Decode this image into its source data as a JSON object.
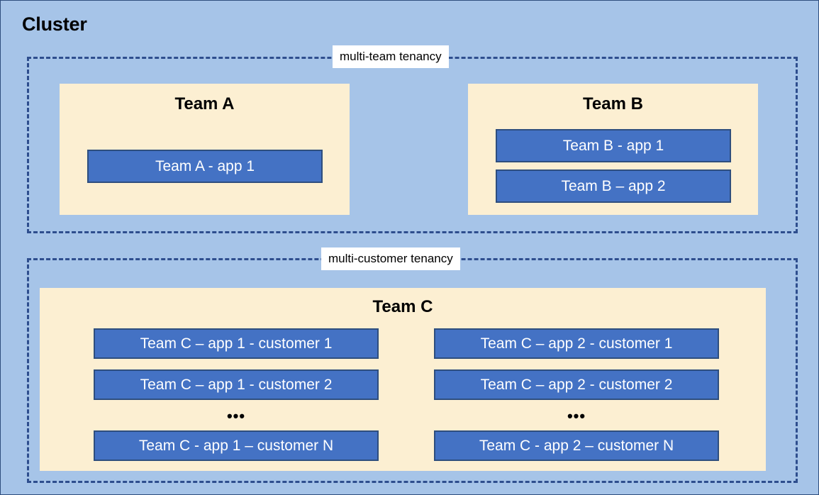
{
  "diagram": {
    "title": "Cluster",
    "background_color": "#a6c4e8",
    "border_color": "#2e4e7e"
  },
  "zones": [
    {
      "id": "multi-team",
      "label": "multi-team tenancy",
      "border_style": "dashed",
      "border_color": "#2e4e8e"
    },
    {
      "id": "multi-customer",
      "label": "multi-customer tenancy",
      "border_style": "dashed",
      "border_color": "#2e4e8e"
    }
  ],
  "teams": [
    {
      "id": "team-a",
      "title": "Team A",
      "panel_color": "#fcefd2",
      "apps": [
        {
          "label": "Team A - app 1"
        }
      ]
    },
    {
      "id": "team-b",
      "title": "Team B",
      "panel_color": "#fcefd2",
      "apps": [
        {
          "label": "Team B - app 1"
        },
        {
          "label": "Team B – app 2"
        }
      ]
    },
    {
      "id": "team-c",
      "title": "Team C",
      "panel_color": "#fcefd2",
      "columns": [
        {
          "id": "team-c-app-1",
          "apps": [
            {
              "label": "Team C – app 1 - customer 1"
            },
            {
              "label": "Team C – app 1 - customer 2"
            }
          ],
          "ellipsis": "•••",
          "last_app": {
            "label": "Team C - app 1 – customer N"
          }
        },
        {
          "id": "team-c-app-2",
          "apps": [
            {
              "label": "Team C – app 2 - customer 1"
            },
            {
              "label": "Team C – app 2 - customer 2"
            }
          ],
          "ellipsis": "•••",
          "last_app": {
            "label": "Team C - app 2 – customer N"
          }
        }
      ]
    }
  ],
  "colors": {
    "app_fill": "#4472c4",
    "app_border": "#2e4e7e",
    "panel_fill": "#fcefd2",
    "canvas_fill": "#a6c4e8",
    "label_chip_fill": "#ffffff"
  }
}
